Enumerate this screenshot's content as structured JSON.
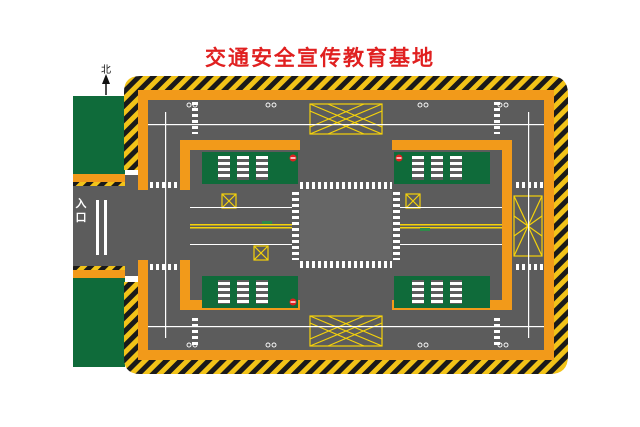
{
  "title": "交通安全宣传教育基地",
  "north_label": "北",
  "entrance_label": "入口",
  "colors": {
    "title_red": "#e02020",
    "grass_green": "#0f6b3a",
    "road_asphalt": "#5c5c5c",
    "sidewalk_orange": "#f29a1a",
    "hazard_yellow": "#f2c318",
    "hazard_black": "#1a1a1a",
    "marking_white": "#ffffff",
    "marking_yellow": "#f5d20a",
    "bike_lane_green": "#2f8a4a"
  },
  "icons": [
    "north-arrow-icon",
    "bicycle-icon",
    "no-entry-sign-icon",
    "crosswalk-zebra-icon",
    "no-parking-grid-icon"
  ]
}
